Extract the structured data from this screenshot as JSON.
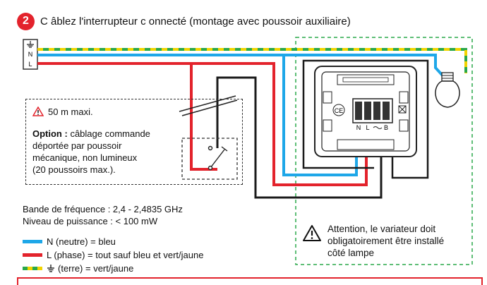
{
  "header": {
    "step_number": "2",
    "title": "C âblez l'interrupteur c onnecté (montage avec poussoir auxiliaire)"
  },
  "terminal_block": {
    "label_n": "N",
    "label_l": "L"
  },
  "device": {
    "terminal_n": "N",
    "terminal_l": "L",
    "terminal_b": "B"
  },
  "option_box": {
    "distance": "50 m maxi.",
    "option_bold": "Option :",
    "option_line1": " câblage commande",
    "option_line2": "déportée par poussoir",
    "option_line3": "mécanique, non lumineux",
    "option_line4": "(20 poussoirs max.)."
  },
  "specs": {
    "frequency": "Bande de fréquence : 2,4 - 2,4835 GHz",
    "power": "Niveau de puissance : < 100 mW"
  },
  "legend": {
    "neutral": "N (neutre) = bleu",
    "phase": "L (phase) = tout sauf bleu et vert/jaune",
    "earth": "(terre) = vert/jaune"
  },
  "warning": {
    "line1": "Attention, le variateur doit",
    "line2": "obligatoirement être installé",
    "line3": "côté lampe"
  },
  "colors": {
    "neutral": "#1ea7e8",
    "phase": "#e3232c",
    "earth_green": "#2aa84a",
    "earth_yellow": "#f2d400",
    "wire_black": "#1a1a1a",
    "dashed_green": "#2aa84a"
  }
}
